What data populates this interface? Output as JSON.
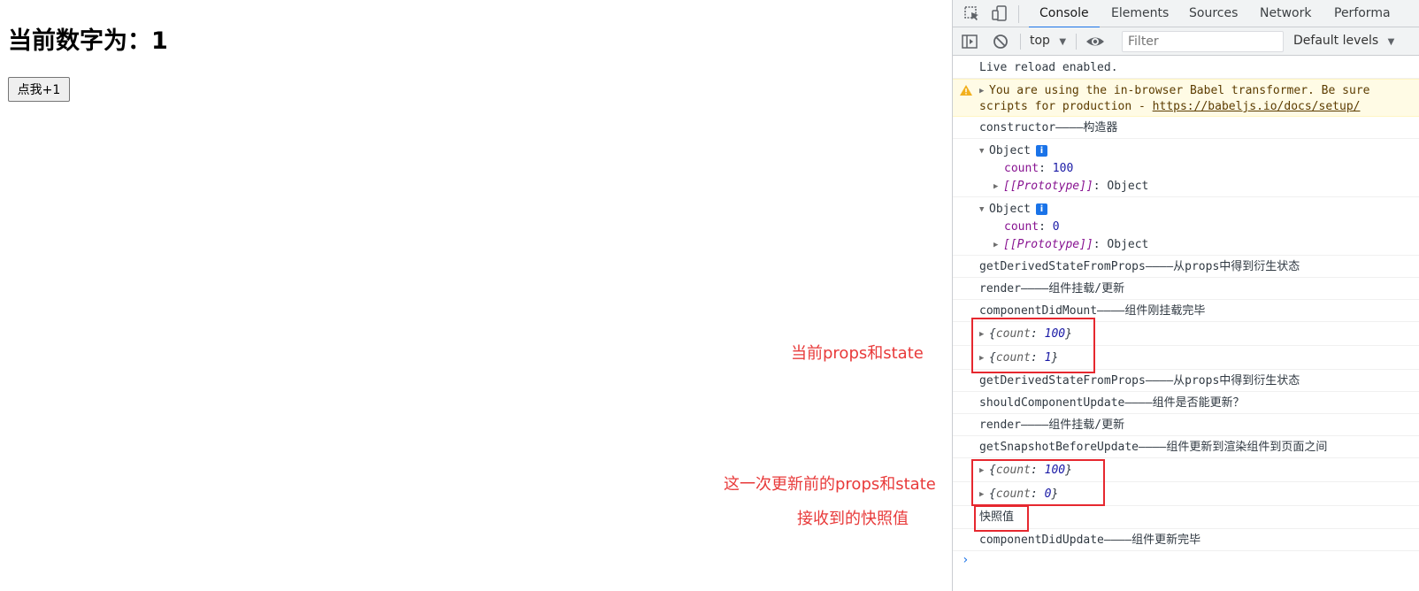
{
  "page": {
    "heading": "当前数字为：1",
    "button_label": "点我+1"
  },
  "annotations": {
    "props_state": "当前props和state",
    "prev_props_state": "这一次更新前的props和state",
    "snapshot": "接收到的快照值"
  },
  "devtools": {
    "tabs": [
      "Console",
      "Elements",
      "Sources",
      "Network",
      "Performa"
    ],
    "active_tab": "Console",
    "toolbar": {
      "context": "top",
      "filter_placeholder": "Filter",
      "levels": "Default levels"
    },
    "console": {
      "live_reload": "Live reload enabled.",
      "warning_line1": "You are using the in-browser Babel transformer. Be sure",
      "warning_line2_prefix": "scripts for production - ",
      "warning_link": "https://babeljs.io/docs/setup/",
      "constructor": "constructor————构造器",
      "object_label": "Object",
      "prop_key": "count",
      "obj1_count": "100",
      "obj2_count": "0",
      "prototype_key": "[[Prototype]]",
      "prototype_value": "Object",
      "gdsfp": "getDerivedStateFromProps————从props中得到衍生状态",
      "render": "render————组件挂载/更新",
      "did_mount": "componentDidMount————组件刚挂载完毕",
      "props_count": "100",
      "state_count": "1",
      "should_update": "shouldComponentUpdate————组件是否能更新？",
      "snapshot_before": "getSnapshotBeforeUpdate————组件更新到渲染组件到页面之间",
      "prev_props_count": "100",
      "prev_state_count": "0",
      "snapshot_value": "快照值",
      "did_update": "componentDidUpdate————组件更新完毕",
      "prompt": "›"
    }
  },
  "colors": {
    "annotation": "#e83a3a",
    "active_tab_underline": "#1a73e8",
    "warning_bg": "#fffbe5"
  }
}
